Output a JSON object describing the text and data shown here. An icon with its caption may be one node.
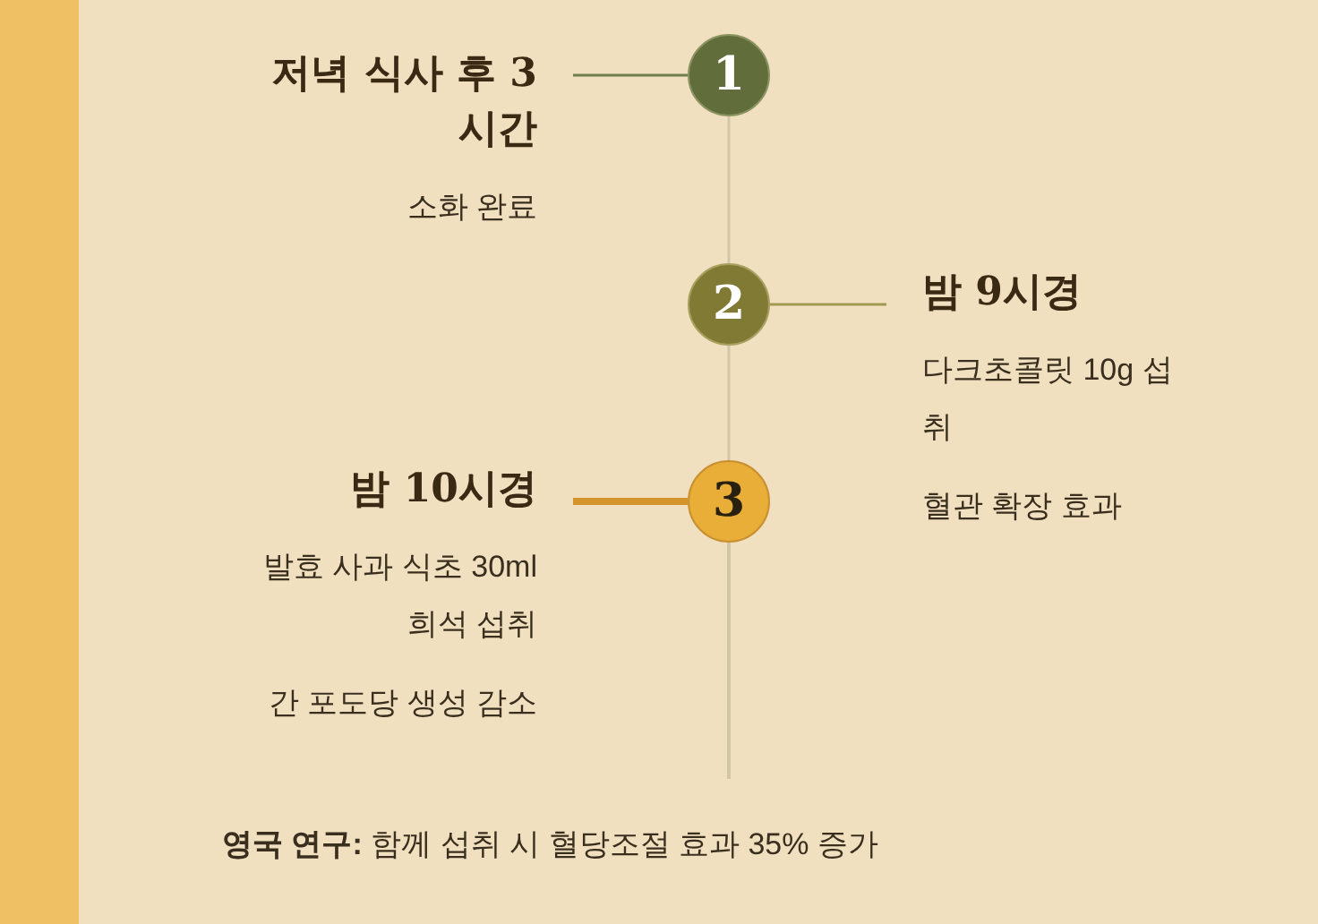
{
  "diagram": {
    "nodes": [
      {
        "text": [
          "1"
        ]
      },
      {
        "text": [
          "저녁 식사 후 3 시간",
          "소화 완료"
        ]
      },
      {
        "text": [
          "2"
        ]
      },
      {
        "text": [
          "밤 9시경",
          "다크초콜릿 10g 섭취",
          "혈관 확장 효과"
        ]
      },
      {
        "text": [
          "3"
        ]
      },
      {
        "text": [
          "밤 10시경",
          "발효 사과 식초 30ml 희석 섭취",
          "간 포도당 생성 감소"
        ]
      }
    ],
    "edges": [
      {
        "from": 0,
        "to": 1,
        "arrow": "none",
        "color": "#6f7d4f"
      },
      {
        "from": 2,
        "to": 3,
        "arrow": "none",
        "color": "#a09a55"
      },
      {
        "from": 4,
        "to": 5,
        "arrow": "none",
        "color": "#d4952a",
        "style": "thick"
      },
      {
        "from": 0,
        "to": 2,
        "arrow": "none"
      },
      {
        "from": 2,
        "to": 4,
        "arrow": "none"
      }
    ],
    "labels": [
      "**영국 연구:** 함께 섭취 시 혈당조절 효과 35% 증가"
    ]
  }
}
